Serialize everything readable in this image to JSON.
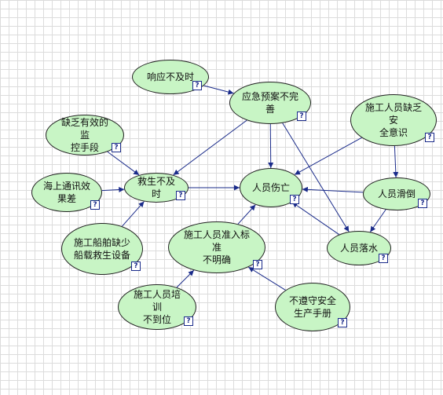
{
  "nodes": {
    "response_late": {
      "label": "响应不及时",
      "help": "?"
    },
    "plan_incomplete": {
      "label": "应急预案不完善",
      "help": "?"
    },
    "lack_safety_awareness": {
      "label": "施工人员缺乏安\n全意识",
      "help": "?"
    },
    "lack_monitoring": {
      "label": "缺乏有效的监\n控手段",
      "help": "?"
    },
    "rescue_late": {
      "label": "救生不及时",
      "help": "?"
    },
    "casualty": {
      "label": "人员伤亡",
      "help": "?"
    },
    "comm_poor": {
      "label": "海上通讯效\n果差",
      "help": "?"
    },
    "slip_fall": {
      "label": "人员滑倒",
      "help": "?"
    },
    "lack_equipment": {
      "label": "施工船舶缺少\n船载救生设备",
      "help": "?"
    },
    "entry_standard_unclear": {
      "label": "施工人员准入标准\n不明确",
      "help": "?"
    },
    "fall_water": {
      "label": "人员落水",
      "help": "?"
    },
    "training_inadequate": {
      "label": "施工人员培训\n不到位",
      "help": "?"
    },
    "not_follow_manual": {
      "label": "不遵守安全\n生产手册",
      "help": "?"
    }
  },
  "edges": [
    [
      "response_late",
      "plan_incomplete"
    ],
    [
      "plan_incomplete",
      "rescue_late"
    ],
    [
      "plan_incomplete",
      "casualty"
    ],
    [
      "plan_incomplete",
      "fall_water"
    ],
    [
      "lack_monitoring",
      "rescue_late"
    ],
    [
      "comm_poor",
      "rescue_late"
    ],
    [
      "lack_equipment",
      "rescue_late"
    ],
    [
      "rescue_late",
      "casualty"
    ],
    [
      "lack_safety_awareness",
      "casualty"
    ],
    [
      "lack_safety_awareness",
      "slip_fall"
    ],
    [
      "slip_fall",
      "casualty"
    ],
    [
      "slip_fall",
      "fall_water"
    ],
    [
      "fall_water",
      "casualty"
    ],
    [
      "entry_standard_unclear",
      "casualty"
    ],
    [
      "training_inadequate",
      "entry_standard_unclear"
    ],
    [
      "not_follow_manual",
      "entry_standard_unclear"
    ]
  ],
  "colors": {
    "node_fill": "#c8f5c5",
    "node_border": "#222222",
    "edge": "#1a2b8a",
    "grid": "#dcdcdc"
  }
}
